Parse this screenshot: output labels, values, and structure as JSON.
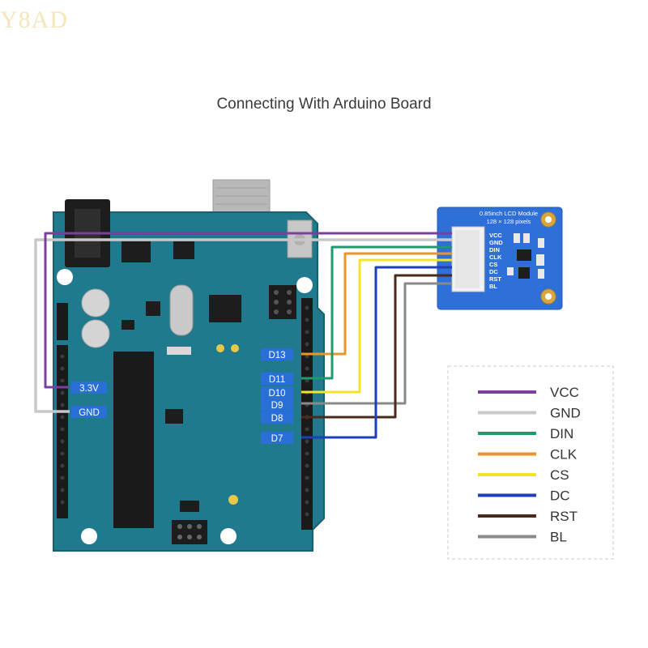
{
  "watermark": "Y8AD",
  "title": "Connecting With Arduino Board",
  "arduino_pins": {
    "v33": "3.3V",
    "gnd": "GND",
    "d13": "D13",
    "d11": "D11",
    "d10": "D10",
    "d9": "D9",
    "d8": "D8",
    "d7": "D7"
  },
  "lcd": {
    "title": "0.85inch LCD Module",
    "subtitle": "128 × 128 pixels",
    "pins": [
      "VCC",
      "GND",
      "DIN",
      "CLK",
      "CS",
      "DC",
      "RST",
      "BL"
    ]
  },
  "legend": [
    {
      "label": "VCC",
      "color": "#7b3fa0"
    },
    {
      "label": "GND",
      "color": "#c8c8c8"
    },
    {
      "label": "DIN",
      "color": "#1e9a6c"
    },
    {
      "label": "CLK",
      "color": "#e8962a"
    },
    {
      "label": "CS",
      "color": "#f2e42a"
    },
    {
      "label": "DC",
      "color": "#1e3fb5"
    },
    {
      "label": "RST",
      "color": "#4a2a1a"
    },
    {
      "label": "BL",
      "color": "#8a8a8a"
    }
  ],
  "colors": {
    "board": "#1e7a8c",
    "board_dark": "#17606e",
    "pin_label_bg": "#2a6fd6",
    "lcd_board": "#2f6fd8"
  }
}
